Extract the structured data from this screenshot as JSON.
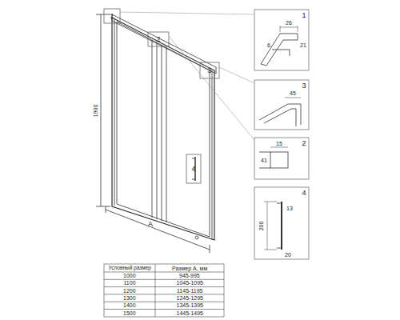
{
  "diagram": {
    "labels": [
      "1",
      "2",
      "3",
      "4",
      "1900",
      "A",
      "1",
      "26",
      "6",
      "21",
      "3",
      "45",
      "2",
      "15",
      "41",
      "4",
      "200",
      "13",
      "20",
      "Условный размер",
      "Размер А, мм",
      "1000",
      "945-995",
      "1100",
      "1045-1095",
      "1200",
      "1145-1195",
      "1300",
      "1245-1295",
      "1400",
      "1345-1395",
      "1500",
      "1445-1495"
    ]
  }
}
